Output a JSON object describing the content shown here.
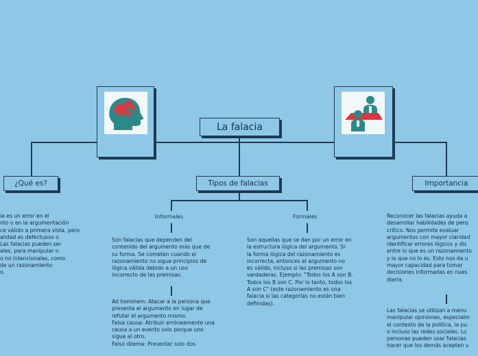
{
  "root": {
    "title": "La falacia"
  },
  "topics": {
    "que_es": {
      "title": "¿Qué es?",
      "text": "ia es un error en el\nnto o en la argumentación\nce válido a primera vista, pero\nalidad es defectuoso o\nLas falacias pueden ser\nales, para manipular o\no no intencionales, como\nde un razonamiento\no."
    },
    "tipos": {
      "title": "Tipos de falacias",
      "informales": {
        "label": "Informales",
        "text": "Son falacias que dependen del\ncontenido del argumento más que de\nsu forma. Se cometen cuando el\nrazonamiento no sigue principios de\nlógica válida debido a un uso\nincorrecto de las premisas.",
        "examples": "Ad hominem: Atacar a la persona que\npresenta el argumento en lugar de\nrefutar el argumento mismo.\nFalsa causa: Atribuir erróneamente una\ncausa a un evento solo porque uno\nsigue al otro.\nFalso dilema: Presentar solo dos"
      },
      "formales": {
        "label": "Formales",
        "text": "Son aquellas que se dan por un error en\nla estructura lógica del argumento. Si\nla forma lógica del razonamiento es\nincorrecta, entonces el argumento no\nes válido, incluso si las premisas son\nverdaderas. Ejemplo: \"Todos los A son B.\nTodos los B son C. Por lo tanto, todos los\nA son C\" (este razonamiento es una\nfalacia si las categorías no están bien\ndefinidas)."
      }
    },
    "importancia": {
      "title": "Importancia",
      "text": "Reconocer las falacias ayuda a\ndesarrollar habilidades de pens\ncrítico. Nos permite evaluar\nargumentos con mayor claridad\nidentificar errores lógicos y dis\nentre lo que es un razonamiento\ny lo que no lo es. Esto nos da u\nmayor capacidad para tomar\ndecisiones informadas en nues\ndiaria.",
      "text2": "Las falacias se utilizan a menu\nmanipular opiniones, especialm\nel contexto de la política, la pu\no incluso las redes sociales. Lo\npersonas pueden usar falacias\nhacer que los demás acepten u"
    }
  },
  "icons": {
    "left": "head-gears-icon",
    "right": "meeting-people-icon"
  },
  "colors": {
    "background": "#8ec8e6",
    "line": "#1c3a55",
    "gear": "#e0353d",
    "head": "#2a8a8a",
    "table": "#e0353d"
  }
}
